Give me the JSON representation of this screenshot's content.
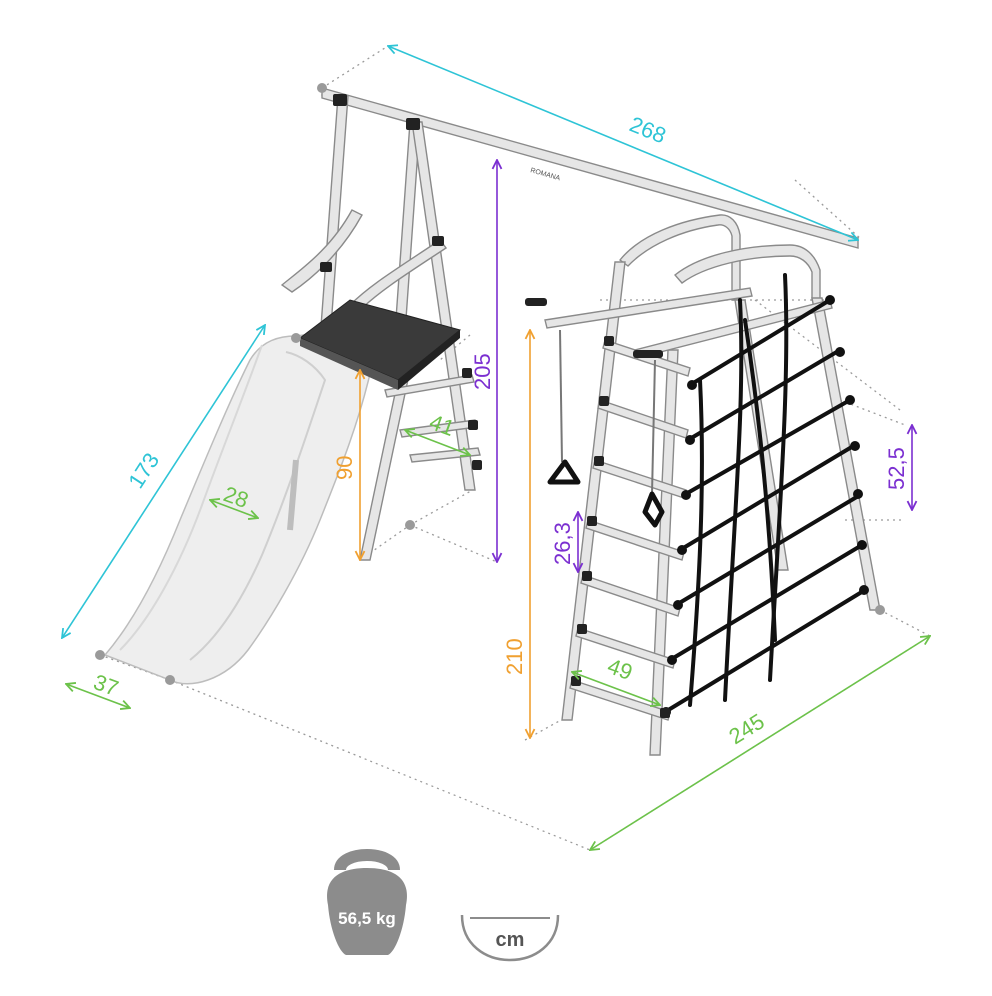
{
  "colors": {
    "cyan": "#2ec4d6",
    "purple": "#7b2fd1",
    "orange": "#f0a030",
    "green": "#6cc24a",
    "frame": "#e6e6e6",
    "frame_edge": "#8a8a8a",
    "joint": "#222222",
    "platform": "#3a3a3a",
    "slide": "#eeeeee",
    "net": "#111111",
    "dotted": "#9a9a9a",
    "badge": "#8c8c8c"
  },
  "dimensions": {
    "total_length": "268",
    "slide_length": "173",
    "slide_width": "28",
    "slide_end_width": "37",
    "step_width": "41",
    "platform_height": "90",
    "swing_height": "205",
    "climber_height": "210",
    "ring_height": "26,3",
    "net_height": "52,5",
    "ladder_width": "49",
    "total_width": "245"
  },
  "brand_label": "ROMANA",
  "weight": {
    "value": "56,5 kg",
    "icon": "kettlebell-icon"
  },
  "units": {
    "value": "cm",
    "icon": "ruler-arc-icon"
  }
}
